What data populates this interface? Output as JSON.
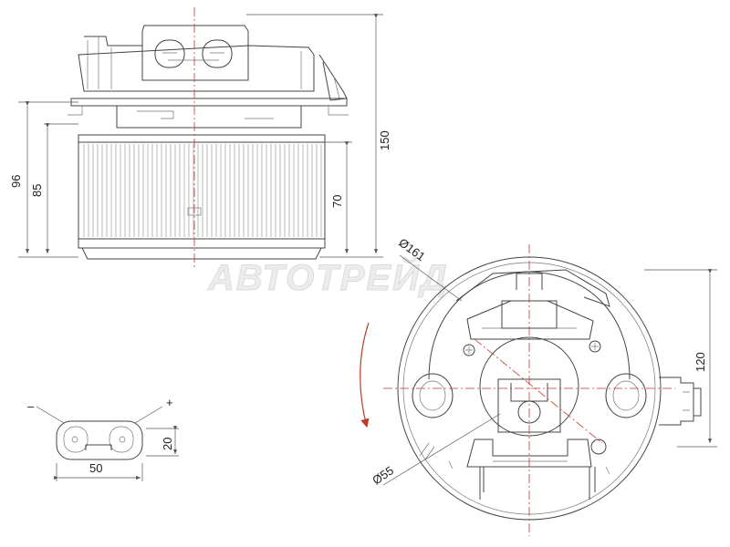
{
  "watermark": "АВТОТРЕЙД",
  "dimensions": {
    "height_total": "150",
    "height_96": "96",
    "height_85": "85",
    "height_70": "70",
    "diameter_161": "Ø161",
    "diameter_55": "Ø55",
    "height_120": "120",
    "connector_width": "50",
    "connector_height": "20"
  },
  "connector": {
    "minus": "–",
    "plus": "+"
  },
  "colors": {
    "outline": "#444444",
    "centerline": "#c0392b",
    "watermark": "#e6e6e6"
  }
}
